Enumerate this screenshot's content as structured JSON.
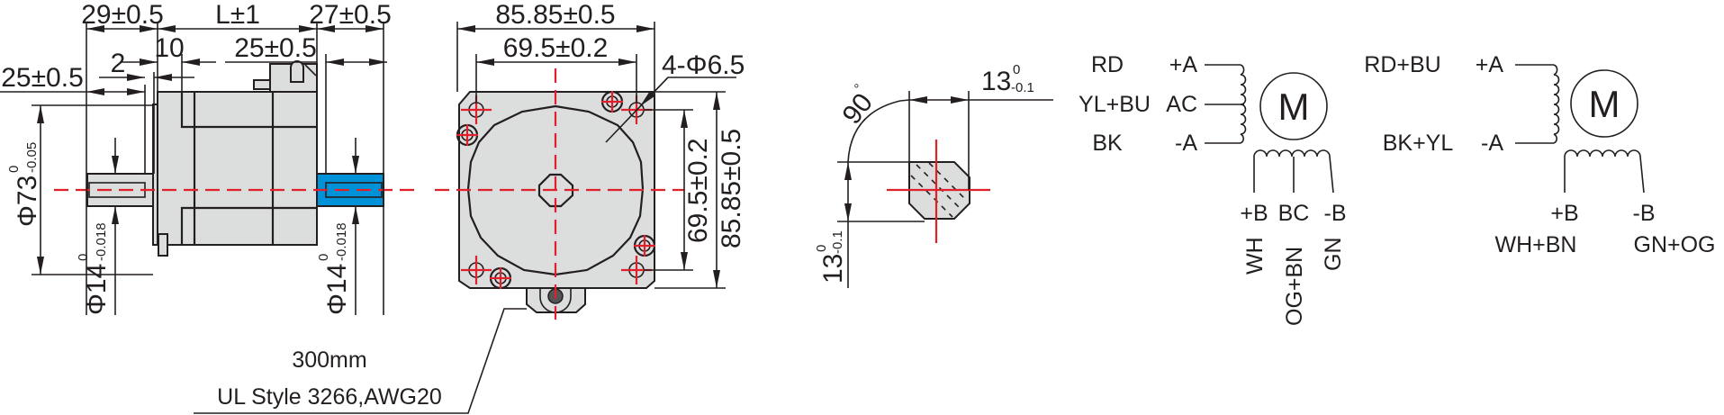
{
  "drawing": {
    "title": "Stepper motor outline dimensions and wiring",
    "colors": {
      "line": "#231f20",
      "body_fill": "#dcdddd",
      "centerline": "#e0202a",
      "rear_shaft": "#0092d8"
    }
  },
  "side_view": {
    "dims": {
      "front_shaft_length": "29±0.5",
      "body_length": "L±1",
      "rear_shaft_length": "27±0.5",
      "flange_offset": "10",
      "connector_offset": "25±0.5",
      "boss_height": "2",
      "flat_length": "25±0.5",
      "pilot_diameter": "Φ73",
      "pilot_tol_upper": "0",
      "pilot_tol_lower": "-0.05",
      "front_shaft_diameter": "Φ14",
      "front_shaft_tol_upper": "0",
      "front_shaft_tol_lower": "-0.018",
      "rear_shaft_diameter": "Φ14",
      "rear_shaft_tol_upper": "0",
      "rear_shaft_tol_lower": "-0.018"
    }
  },
  "front_view": {
    "dims": {
      "overall_width": "85.85±0.5",
      "hole_spacing_h": "69.5±0.2",
      "mount_holes": "4-Φ6.5",
      "hole_spacing_v": "69.5±0.2",
      "overall_height": "85.85±0.5"
    },
    "cable": {
      "length": "300mm",
      "spec": "UL Style 3266,AWG20"
    }
  },
  "shaft_section": {
    "angle": "90",
    "angle_unit": "°",
    "flat_width": "13",
    "flat_width_tol_upper": "0",
    "flat_width_tol_lower": "-0.1",
    "flat_height": "13",
    "flat_height_tol_upper": "0",
    "flat_height_tol_lower": "-0.1"
  },
  "wiring": {
    "unipolar": {
      "motor_label": "M",
      "phase_a": [
        {
          "color": "RD",
          "terminal": "+A"
        },
        {
          "color": "YL+BU",
          "terminal": "AC"
        },
        {
          "color": "BK",
          "terminal": "-A"
        }
      ],
      "phase_b": [
        {
          "terminal": "+B",
          "color": "WH"
        },
        {
          "terminal": "BC",
          "color": "OG+BN"
        },
        {
          "terminal": "-B",
          "color": "GN"
        }
      ]
    },
    "bipolar": {
      "motor_label": "M",
      "phase_a": [
        {
          "color": "RD+BU",
          "terminal": "+A"
        },
        {
          "color": "BK+YL",
          "terminal": "-A"
        }
      ],
      "phase_b": [
        {
          "terminal": "+B",
          "color": "WH+BN"
        },
        {
          "terminal": "-B",
          "color": "GN+OG"
        }
      ]
    }
  }
}
